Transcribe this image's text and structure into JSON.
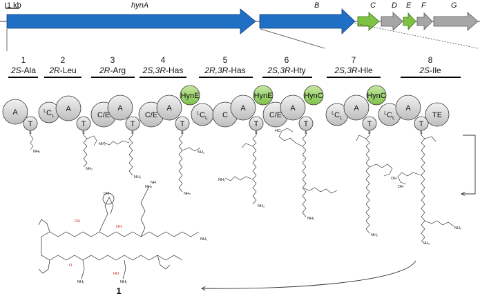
{
  "scale_label": "1 kb",
  "genes": [
    {
      "label": "hynA",
      "color": "#1f6fc4"
    },
    {
      "label": "B",
      "color": "#1f6fc4"
    },
    {
      "label": "C",
      "color": "#7dc242"
    },
    {
      "label": "D",
      "color": "#a6a6a6"
    },
    {
      "label": "E",
      "color": "#7dc242"
    },
    {
      "label": "F",
      "color": "#a6a6a6"
    },
    {
      "label": "G",
      "color": "#a6a6a6"
    }
  ],
  "modules": [
    {
      "num": "1",
      "prefix": "2S",
      "residue": "-Ala"
    },
    {
      "num": "2",
      "prefix": "2R",
      "residue": "-Leu"
    },
    {
      "num": "3",
      "prefix": "2R",
      "residue": "-Arg"
    },
    {
      "num": "4",
      "prefix": "2S,3R",
      "residue": "-Has"
    },
    {
      "num": "5",
      "prefix": "2R,3R",
      "residue": "-Has"
    },
    {
      "num": "6",
      "prefix": "2S,3R",
      "residue": "-Hty"
    },
    {
      "num": "7",
      "prefix": "2S,3R",
      "residue": "-Hle"
    },
    {
      "num": "8",
      "prefix": "2S",
      "residue": "-Ile"
    }
  ],
  "domains": {
    "A": "A",
    "T": "T",
    "LCL_sup": "L",
    "LCL_main": "C",
    "LCL_sub": "L",
    "C": "C",
    "CE": "C/E",
    "TE": "TE",
    "HynE": "HynE",
    "HynC": "HynC"
  },
  "atoms": {
    "S": "S",
    "NH2": "NH₂",
    "O": "O",
    "OH": "OH",
    "HO": "HO",
    "N": "N",
    "H": "H",
    "NH": "NH"
  },
  "compound_label": "1",
  "colors": {
    "carrier": "#d9d9d9",
    "tailoring": "#a8d67a",
    "highlight": "#d62020"
  }
}
